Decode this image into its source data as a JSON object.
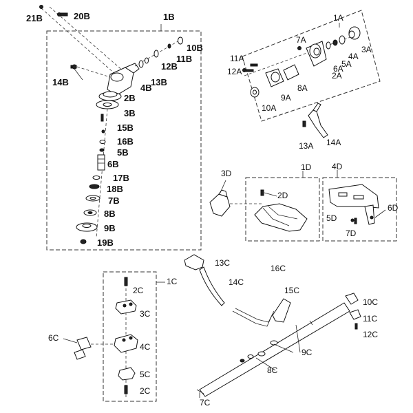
{
  "labels": {
    "l1A": "1A",
    "l2A": "2A",
    "l3A": "3A",
    "l4A": "4A",
    "l5A": "5A",
    "l6A": "6A",
    "l7A": "7A",
    "l8A": "8A",
    "l9A": "9A",
    "l10A": "10A",
    "l11A": "11A",
    "l12A": "12A",
    "l13A": "13A",
    "l14A": "14A",
    "l1B": "1B",
    "l2B": "2B",
    "l3B": "3B",
    "l4B": "4B",
    "l5B": "5B",
    "l6B": "6B",
    "l7B": "7B",
    "l8B": "8B",
    "l9B": "9B",
    "l10B": "10B",
    "l11B": "11B",
    "l12B": "12B",
    "l13B": "13B",
    "l14B": "14B",
    "l15B": "15B",
    "l16B": "16B",
    "l17B": "17B",
    "l18B": "18B",
    "l19B": "19B",
    "l20B": "20B",
    "l21B": "21B",
    "l1C": "1C",
    "l2Ca": "2C",
    "l2Cb": "2C",
    "l3C": "3C",
    "l4C": "4C",
    "l5C": "5C",
    "l6C": "6C",
    "l7C": "7C",
    "l8C": "8C",
    "l9C": "9C",
    "l10C": "10C",
    "l11C": "11C",
    "l12C": "12C",
    "l13C": "13C",
    "l14C": "14C",
    "l15C": "15C",
    "l16C": "16C",
    "l1D": "1D",
    "l2D": "2D",
    "l3D": "3D",
    "l4D": "4D",
    "l5D": "5D",
    "l6D": "6D",
    "l7D": "7D"
  }
}
